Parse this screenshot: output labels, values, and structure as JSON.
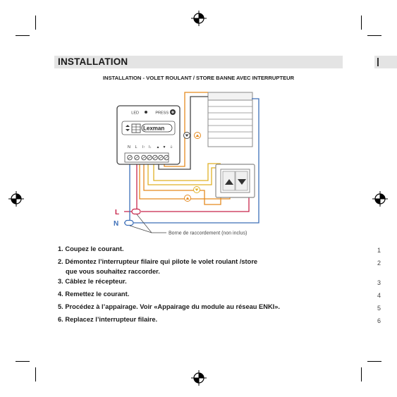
{
  "section_title": "INSTALLATION",
  "diagram_title": "INSTALLATION - VOLET ROULANT / STORE BANNE AVEC INTERRUPTEUR",
  "module": {
    "led_label": "LED",
    "press_label": "PRESS",
    "brand": "Lexman",
    "terminal_labels": [
      "N",
      "L",
      "I↑",
      "I↓",
      "▲",
      "▼",
      "⏚"
    ]
  },
  "wire_labels": {
    "live": "L",
    "neutral": "N"
  },
  "connector_note": "Borne de raccordement (non inclus)",
  "steps": [
    {
      "num": "1.",
      "line1": "Coupez le courant."
    },
    {
      "num": "2.",
      "line1": "Démontez l’interrupteur filaire qui pilote le volet roulant /store",
      "line2": "que vous souhaitez raccorder."
    },
    {
      "num": "3.",
      "line1": "Câblez le récepteur."
    },
    {
      "num": "4.",
      "line1": "Remettez le courant."
    },
    {
      "num": "5.",
      "line1": "Procédez à l’appairage. Voir «Appairage du module au réseau ENKI»."
    },
    {
      "num": "6.",
      "line1": "Replacez l’interrupteur filaire."
    }
  ],
  "edge_marks": [
    "1",
    "2",
    "3",
    "4",
    "5",
    "6"
  ],
  "colors": {
    "orange_wire": "#e58a1f",
    "yellow_wire": "#e0b126",
    "red_wire": "#c8254b",
    "blue_wire": "#3d6fb8",
    "grey_wire": "#444444"
  }
}
